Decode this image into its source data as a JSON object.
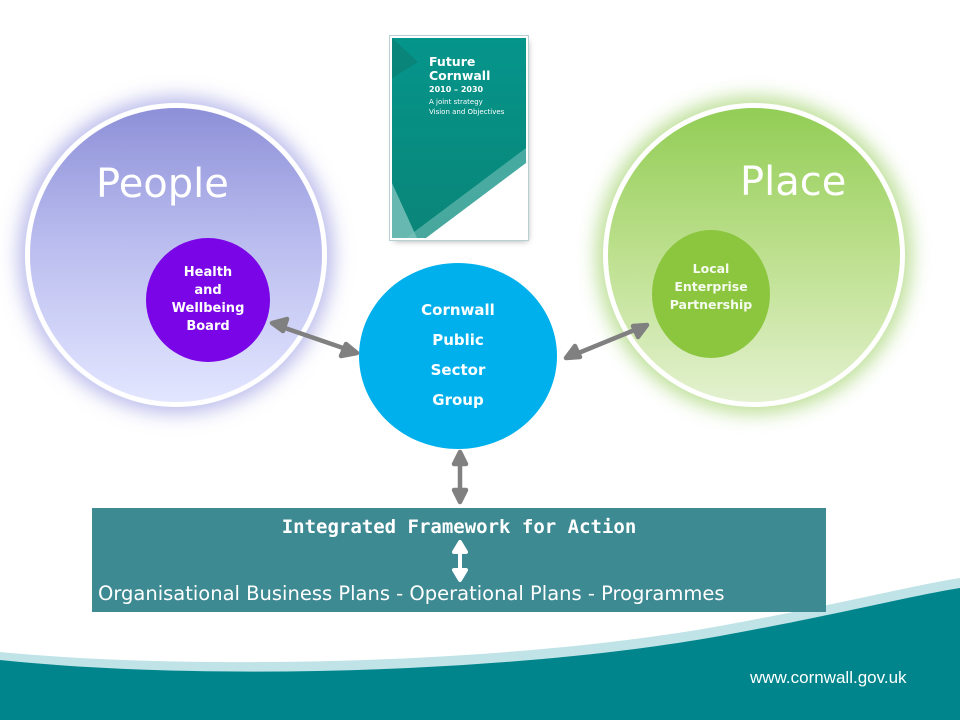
{
  "colors": {
    "people": "#a3a6e6",
    "place": "#a8d672",
    "health_board": "#7a05e6",
    "lep": "#8cc63f",
    "public_sector": "#00b0ec",
    "framework": "#3e8a92",
    "arrows": "#808080",
    "footer": "#00858c"
  },
  "people": {
    "title": "People"
  },
  "place": {
    "title": "Place"
  },
  "health_board": {
    "label": "Health\nand\nWellbeing\nBoard"
  },
  "lep": {
    "label": "Local\nEnterprise\nPartnership"
  },
  "public_sector": {
    "label": "Cornwall\nPublic\nSector\nGroup"
  },
  "report": {
    "title": "Future\nCornwall",
    "years": "2010 – 2030",
    "subtitle": "A joint strategy\nVision and Objectives"
  },
  "framework": {
    "title": "Integrated Framework for Action",
    "plans": "Organisational Business Plans - Operational Plans - Programmes"
  },
  "footer": {
    "website": "www.cornwall.gov.uk"
  },
  "icons": [
    "double-arrow-icon"
  ]
}
